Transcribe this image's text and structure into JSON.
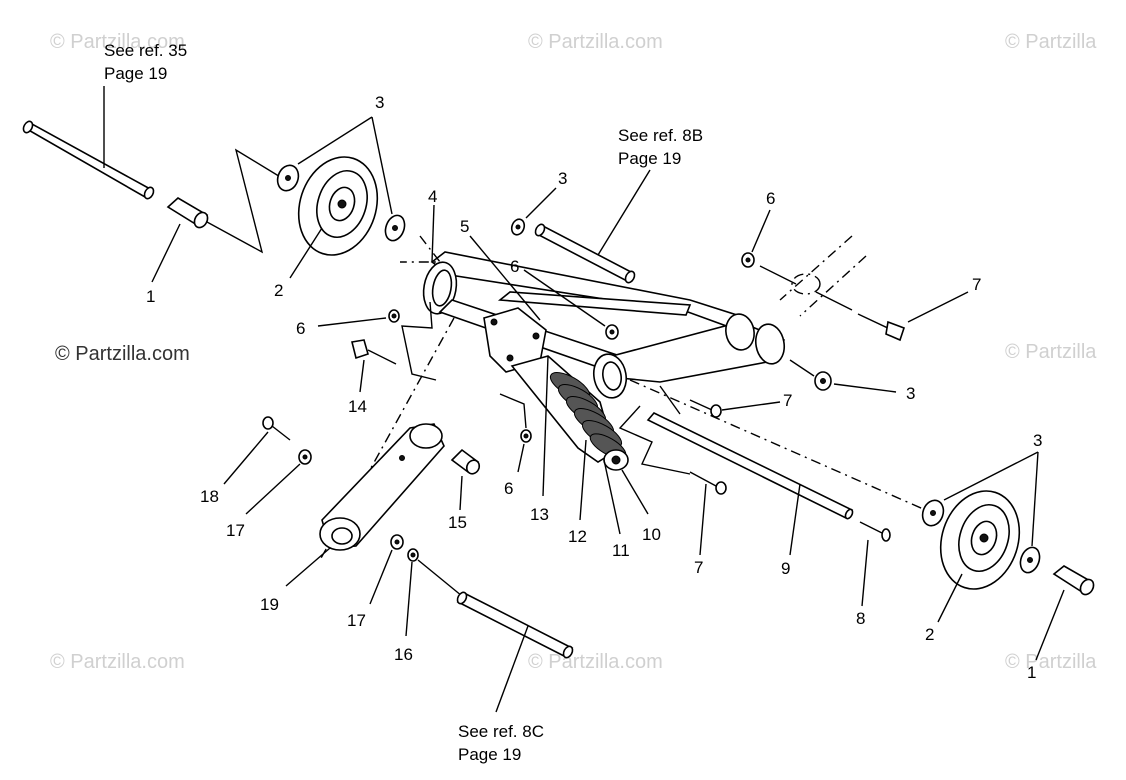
{
  "watermark": {
    "text": "© Partzilla.com",
    "short": "© Partzilla"
  },
  "references": {
    "ref35": {
      "line1": "See ref. 35",
      "line2": "Page 19"
    },
    "ref8b": {
      "line1": "See ref. 8B",
      "line2": "Page 19"
    },
    "ref8c": {
      "line1": "See ref. 8C",
      "line2": "Page 19"
    }
  },
  "callouts": {
    "c1a": "1",
    "c1b": "1",
    "c2a": "2",
    "c2b": "2",
    "c3a": "3",
    "c3b": "3",
    "c3c": "3",
    "c3d": "3",
    "c4": "4",
    "c5": "5",
    "c6a": "6",
    "c6b": "6",
    "c6c": "6",
    "c6d": "6",
    "c7a": "7",
    "c7b": "7",
    "c7c": "7",
    "c8": "8",
    "c9": "9",
    "c10": "10",
    "c11": "11",
    "c12": "12",
    "c13": "13",
    "c14": "14",
    "c15": "15",
    "c16": "16",
    "c17a": "17",
    "c17b": "17",
    "c18": "18",
    "c19": "19"
  }
}
